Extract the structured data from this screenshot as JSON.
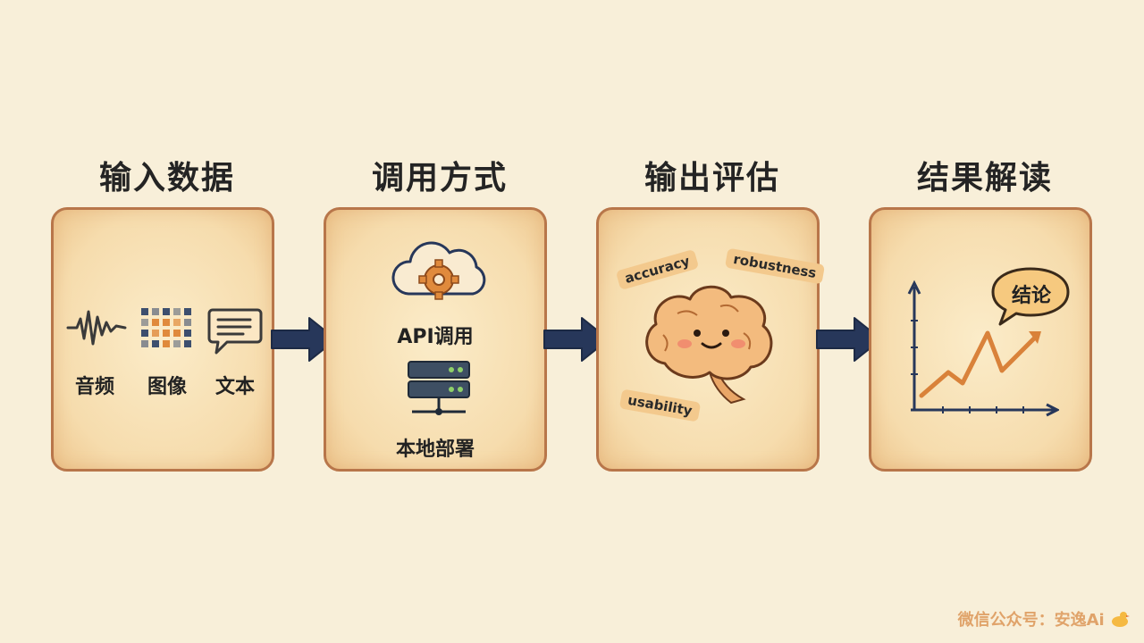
{
  "stages": [
    {
      "title": "输入数据",
      "items": [
        "音频",
        "图像",
        "文本"
      ]
    },
    {
      "title": "调用方式",
      "items": [
        "API调用",
        "本地部署"
      ]
    },
    {
      "title": "输出评估",
      "tags": [
        "accuracy",
        "robustness",
        "usability"
      ]
    },
    {
      "title": "结果解读",
      "bubble": "结论"
    }
  ],
  "watermark": "微信公众号：安逸Ai",
  "colors": {
    "background": "#f8efd9",
    "panel_border": "#b8764a",
    "arrow": "#27375a",
    "accent": "#e08a3c"
  }
}
